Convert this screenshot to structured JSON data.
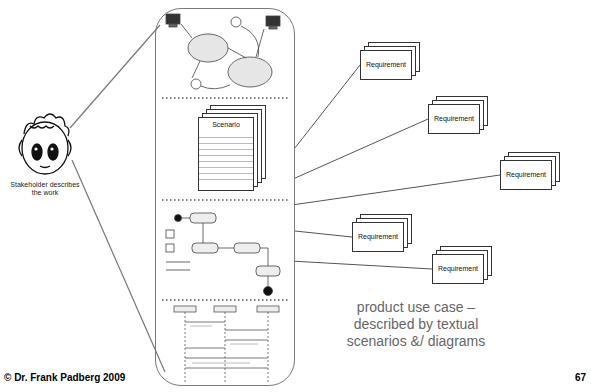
{
  "diagram": {
    "caption": "product use case – described by textual scenarios &/ diagrams",
    "nodes": [
      {
        "text": [
          "product use case – described by textual scenarios &/ diagrams"
        ]
      },
      {
        "text": [
          "Scenario"
        ],
        "in": 0
      },
      {
        "text": [
          "Requirement"
        ]
      },
      {
        "text": [
          "Requirement"
        ]
      },
      {
        "text": [
          "Requirement"
        ]
      },
      {
        "text": [
          "Requirement"
        ]
      },
      {
        "text": [
          "Requirement"
        ]
      }
    ],
    "edges": [
      {
        "from": 0,
        "to": 2,
        "arrow": "none"
      },
      {
        "from": 0,
        "to": 3,
        "arrow": "none"
      },
      {
        "from": 0,
        "to": 4,
        "arrow": "none"
      },
      {
        "from": 0,
        "to": 5,
        "arrow": "none"
      },
      {
        "from": 0,
        "to": 6,
        "arrow": "none"
      }
    ],
    "labels": [
      "Stakeholder describes the work",
      "© Dr. Frank Padberg 2009",
      "67"
    ]
  }
}
